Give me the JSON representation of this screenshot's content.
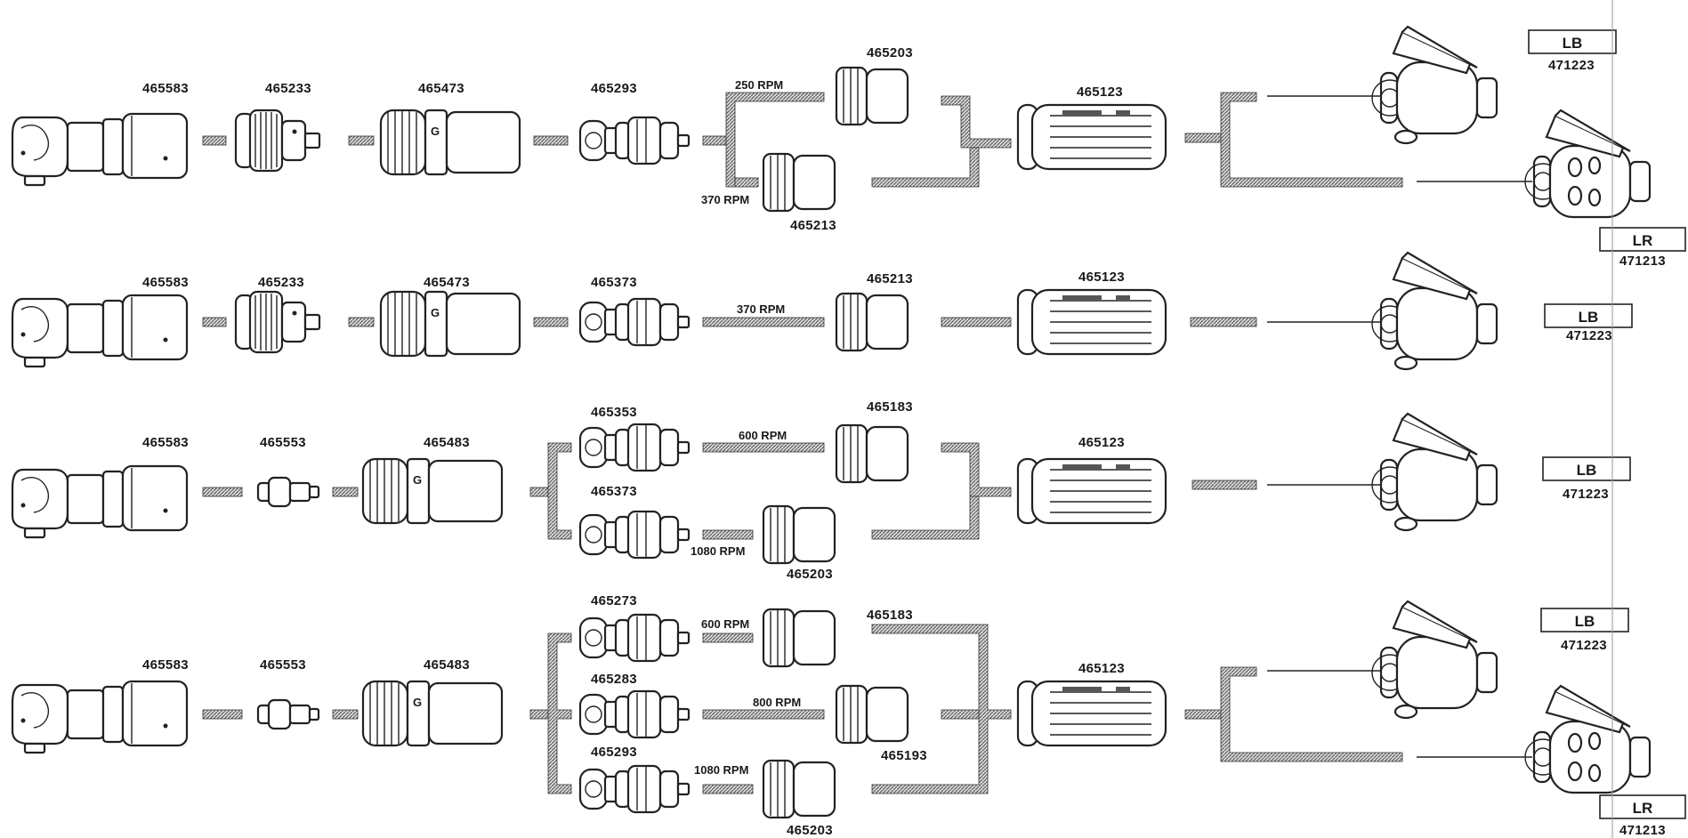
{
  "rows": [
    {
      "labels": [
        "465583",
        "465233",
        "465473",
        "465293",
        "465203",
        "465213",
        "465123",
        "471223",
        "471213"
      ],
      "rpm": [
        "250 RPM",
        "370 RPM"
      ],
      "box_labels": [
        "LB",
        "LR"
      ]
    },
    {
      "labels": [
        "465583",
        "465233",
        "465473",
        "465373",
        "465213",
        "465123",
        "471223"
      ],
      "rpm": [
        "370 RPM"
      ],
      "box_labels": [
        "LB"
      ]
    },
    {
      "labels": [
        "465583",
        "465553",
        "465483",
        "465353",
        "465373",
        "465183",
        "465203",
        "465123",
        "471223"
      ],
      "rpm": [
        "600 RPM",
        "1080 RPM"
      ],
      "box_labels": [
        "LB"
      ]
    },
    {
      "labels": [
        "465583",
        "465553",
        "465483",
        "465273",
        "465283",
        "465293",
        "465183",
        "465193",
        "465203",
        "465123",
        "471223",
        "471213"
      ],
      "rpm": [
        "600 RPM",
        "800 RPM",
        "1080 RPM"
      ],
      "box_labels": [
        "LB",
        "LR"
      ]
    }
  ]
}
